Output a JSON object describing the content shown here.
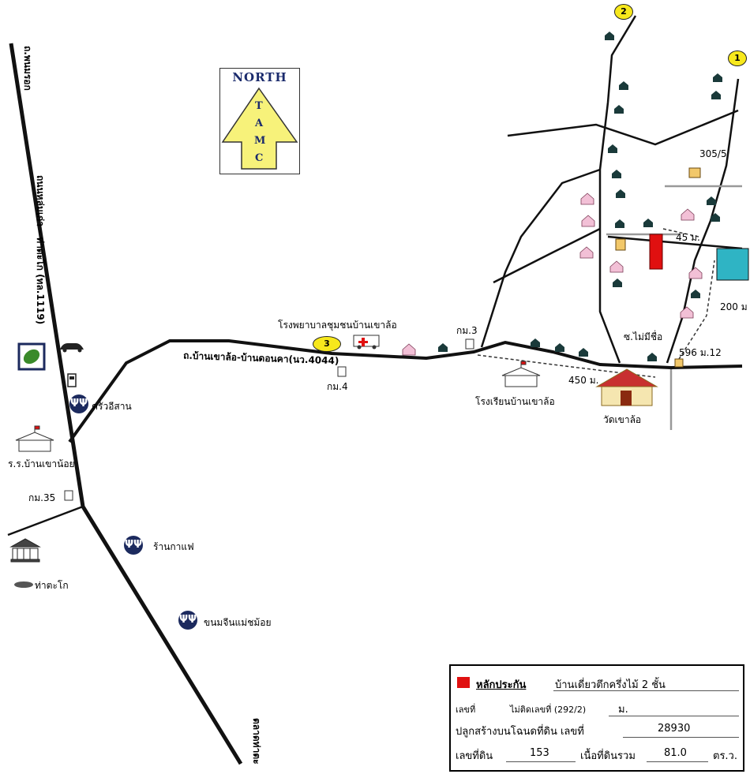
{
  "north": {
    "title": "NORTH",
    "letters": [
      "T",
      "A",
      "M",
      "C"
    ]
  },
  "roads": {
    "top_left": "ถ.พนมรอก",
    "main": "ถนนหล่มเก่า - ท่าตะโก (ทล.1119)",
    "main_bottom": "ตลาดท่าตะ",
    "village_road": "ถ.บ้านเขาล้อ-บ้านดอนคา(นว.4044)",
    "soi": "ซ.ไม่มีชื่อ"
  },
  "labels": {
    "hospital": "โรงพยาบาลชุมชนบ้านเขาล้อ",
    "km3": "กม.3",
    "km4": "กม.4",
    "km35": "กม.35",
    "school": "โรงเรียนบ้านเขาล้อ",
    "temple": "วัดเขาล้อ",
    "dist_450": "450 ม.",
    "dist_45": "45 ม.",
    "dist_200": "200 ม",
    "house_596": "596 ม.12",
    "house_305": "305/5",
    "restaurant1": "ครัวอีสาน",
    "school2": "ร.ร.บ้านเขาน้อย",
    "cafe": "ร้านกาแฟ",
    "district": "ท่าตะโก",
    "noodle": "ขนมจีนแม่ชม้อย",
    "badge_1": "1",
    "badge_2": "2",
    "badge_3": "3"
  },
  "info": {
    "title": "หลักประกัน",
    "type": "บ้านเดี่ยวตึกครึ่งไม้  2 ชั้น",
    "no_label": "เลขที่",
    "no_value": "ไม่ติดเลขที่ (292/2)",
    "moo_label": "ม.",
    "deed_label": "ปลูกสร้างบนโฉนดที่ดิน เลขที่",
    "deed_value": "28930",
    "land_label": "เลขที่ดิน",
    "land_value": "153",
    "area_label": "เนื้อที่ดินรวม",
    "area_value": "81.0",
    "area_unit": "ตร.ว."
  },
  "colors": {
    "collateral": "#e01010",
    "pond": "#2fb4c4",
    "north_arrow": "#f7f27a",
    "icon": "#1c2a5e"
  }
}
